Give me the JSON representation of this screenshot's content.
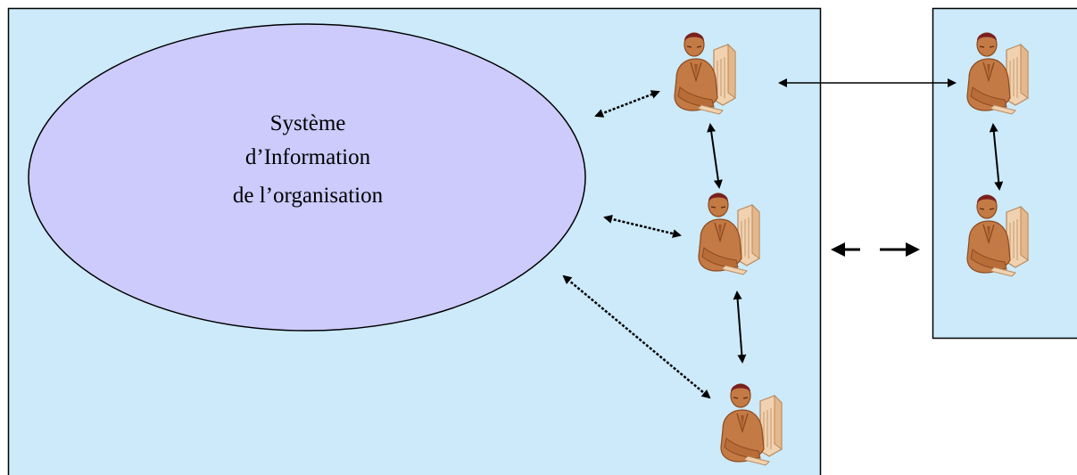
{
  "diagram": {
    "ellipse_label": {
      "line1": "Système",
      "line2": "d’Information",
      "line3": "de l’organisation"
    }
  },
  "colors": {
    "panel_fill": "#cceafa",
    "ellipse_fill": "#cccbfc",
    "stroke": "#000000",
    "skin": "#c47a45",
    "skin_dark": "#8c4a1e",
    "hair": "#7a1f1f",
    "monitor": "#f1d2b0",
    "monitor_dark": "#b98a5e"
  },
  "icons": {
    "person": "computer-user-icon",
    "solid_arrow": "double-headed-solid-arrow",
    "dotted_arrow": "double-headed-dotted-arrow"
  }
}
